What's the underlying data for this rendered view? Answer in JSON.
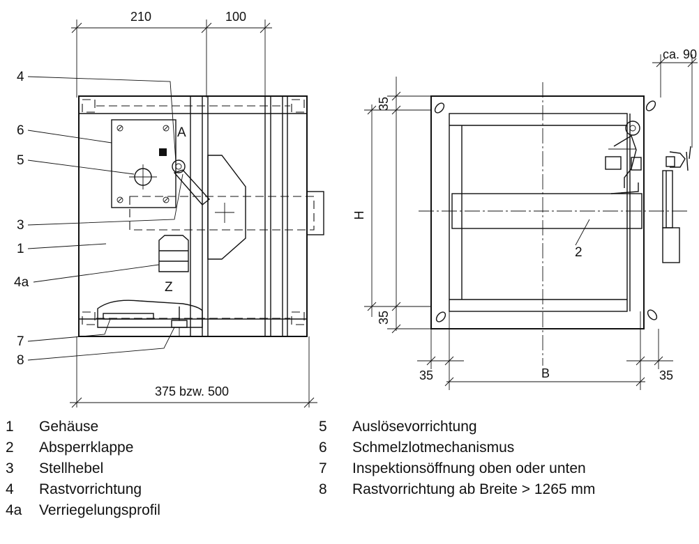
{
  "dimensions": {
    "d_210": "210",
    "d_100": "100",
    "d_ca90": "ca. 90",
    "d_35_top": "35",
    "d_35_bottom": "35",
    "d_35_left": "35",
    "d_35_right": "35",
    "d_H": "H",
    "d_B": "B",
    "d_375_500": "375 bzw. 500"
  },
  "callouts": {
    "c4": "4",
    "c6": "6",
    "c5": "5",
    "c3": "3",
    "c1": "1",
    "c4a": "4a",
    "c7": "7",
    "c8": "8",
    "c2": "2",
    "letter_A": "A",
    "letter_Z": "Z"
  },
  "legend_left": [
    {
      "num": "1",
      "label": "Gehäuse"
    },
    {
      "num": "2",
      "label": "Absperrklappe"
    },
    {
      "num": "3",
      "label": "Stellhebel"
    },
    {
      "num": "4",
      "label": "Rastvorrichtung"
    },
    {
      "num": "4a",
      "label": "Verriegelungsprofil"
    }
  ],
  "legend_right": [
    {
      "num": "5",
      "label": "Auslösevorrichtung"
    },
    {
      "num": "6",
      "label": "Schmelzlotmechanismus"
    },
    {
      "num": "7",
      "label": "Inspektionsöffnung oben oder unten"
    },
    {
      "num": "8",
      "label": "Rastvorrichtung ab Breite > 1265 mm"
    }
  ]
}
